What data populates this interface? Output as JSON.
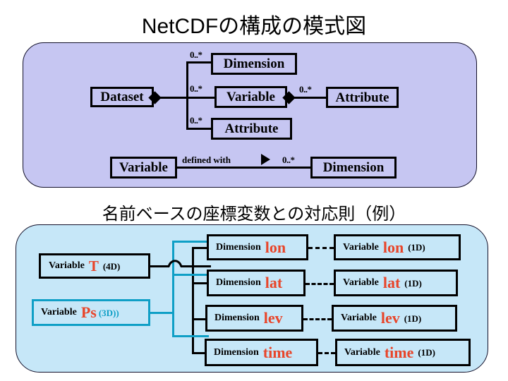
{
  "page": {
    "main_title": "NetCDFの構成の模式図",
    "section_title": "名前ベースの座標変数との対応則（例）"
  },
  "colors": {
    "uml_panel_bg": "#c6c6f2",
    "mapping_panel_bg": "#c6e7f8",
    "accent_red": "#e8452a",
    "accent_cyan": "#0f9fc6",
    "line_black": "#000000"
  },
  "uml": {
    "boxes": {
      "dataset": "Dataset",
      "dimension_top": "Dimension",
      "variable_mid": "Variable",
      "attribute_right": "Attribute",
      "attribute_bottom": "Attribute",
      "variable_bottom": "Variable",
      "dimension_bottom": "Dimension"
    },
    "multiplicities": {
      "dimension_top": "0..*",
      "variable_mid": "0..*",
      "attribute_bottom": "0..*",
      "attribute_right": "0..*",
      "dimension_bottom": "0..*"
    },
    "association_label": "defined with"
  },
  "mapping": {
    "variables": [
      {
        "lead": "Variable",
        "name": "T",
        "suffix": "(4D)",
        "style": "black"
      },
      {
        "lead": "Variable",
        "name": "Ps",
        "suffix": "(3D))",
        "style": "cyan"
      }
    ],
    "rows": [
      {
        "dimension": {
          "lead": "Dimension",
          "name": "lon"
        },
        "variable": {
          "lead": "Variable",
          "name": "lon",
          "suffix": "(1D)"
        }
      },
      {
        "dimension": {
          "lead": "Dimension",
          "name": "lat"
        },
        "variable": {
          "lead": "Variable",
          "name": "lat",
          "suffix": "(1D)"
        }
      },
      {
        "dimension": {
          "lead": "Dimension",
          "name": "lev"
        },
        "variable": {
          "lead": "Variable",
          "name": "lev",
          "suffix": "(1D)"
        }
      },
      {
        "dimension": {
          "lead": "Dimension",
          "name": "time"
        },
        "variable": {
          "lead": "Variable",
          "name": "time",
          "suffix": "(1D)"
        }
      }
    ]
  }
}
